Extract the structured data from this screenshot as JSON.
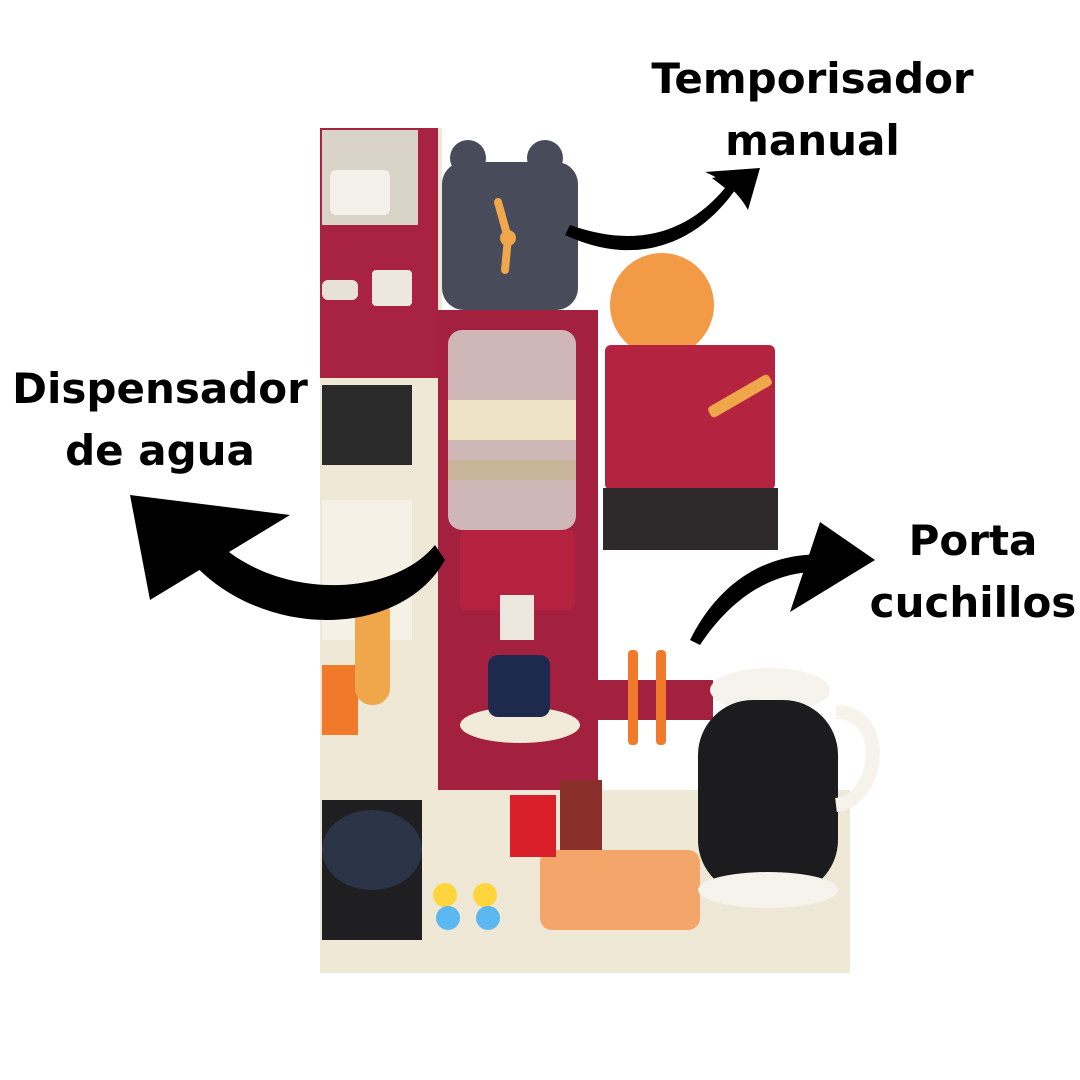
{
  "labels": {
    "timer": {
      "line1": "Temporisador",
      "line2": "manual"
    },
    "water": {
      "line1": "Dispensador",
      "line2": "de agua"
    },
    "knife": {
      "line1": "Porta",
      "line2": "cuchillos"
    }
  },
  "colors": {
    "background": "#ffffff",
    "kitchen_red": "#a3203e",
    "cream": "#f1ead8",
    "clock_face": "#474b5a",
    "orange": "#f0a64a",
    "arrow": "#000000"
  },
  "icons": [
    "clock-icon",
    "curved-arrow-icon"
  ]
}
